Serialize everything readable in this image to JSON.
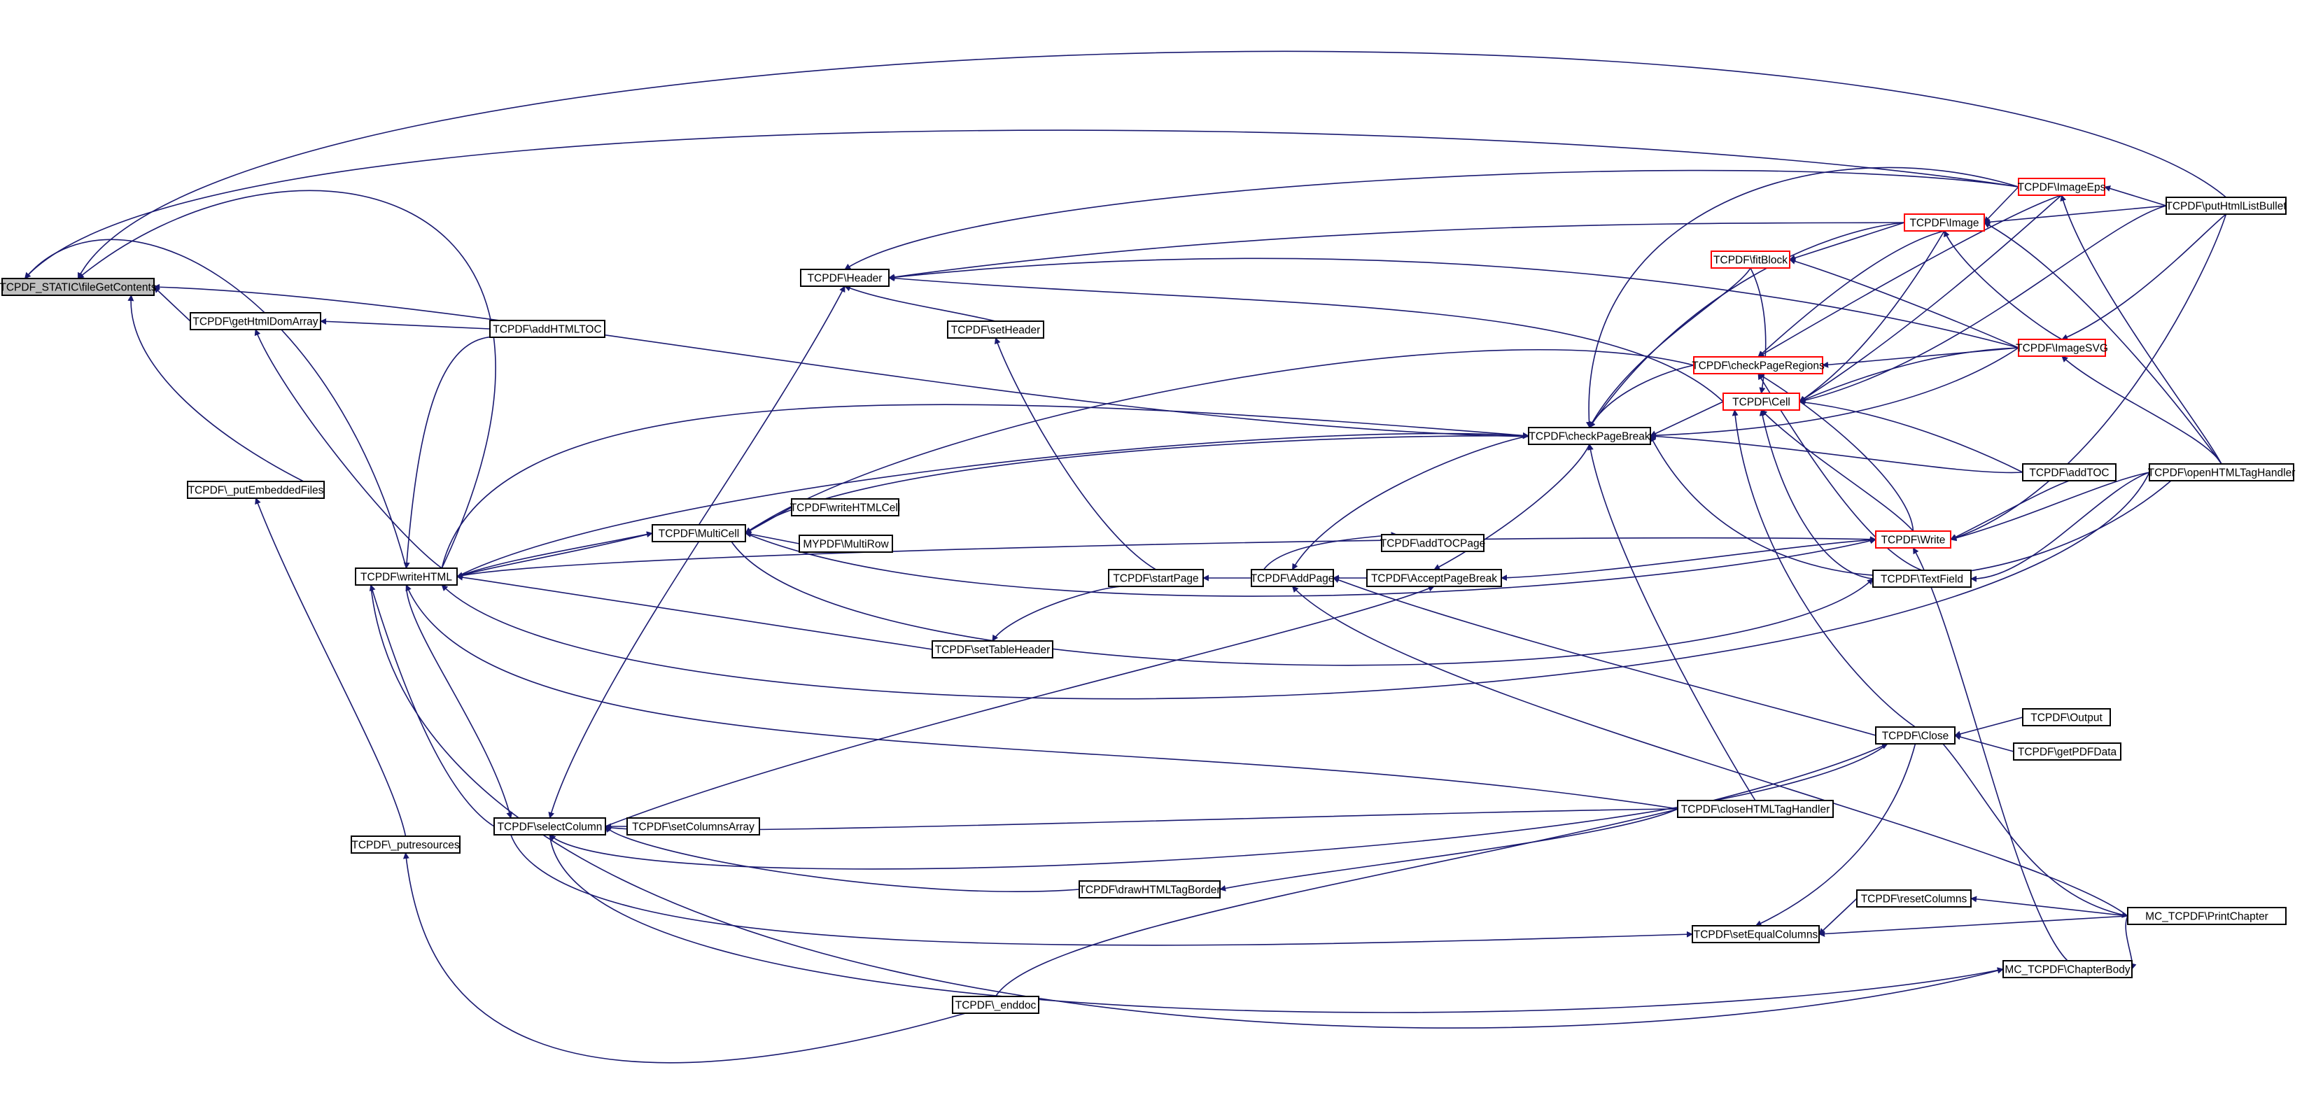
{
  "colors": {
    "edge": "#191970",
    "box_border": "#000000",
    "highlight_border": "#ff0000",
    "root_fill": "#bfbfbf",
    "background": "#ffffff"
  },
  "nodes": [
    {
      "id": "n0",
      "label": "TCPDF_STATIC\\fileGetContents",
      "root": true
    },
    {
      "id": "n1",
      "label": "TCPDF\\getHtmlDomArray"
    },
    {
      "id": "n2",
      "label": "TCPDF\\_putEmbeddedFiles"
    },
    {
      "id": "n3",
      "label": "TCPDF\\addHTMLTOC"
    },
    {
      "id": "n4",
      "label": "TCPDF\\writeHTML"
    },
    {
      "id": "n5",
      "label": "TCPDF\\_putresources"
    },
    {
      "id": "n6",
      "label": "TCPDF\\Header"
    },
    {
      "id": "n7",
      "label": "TCPDF\\setHeader"
    },
    {
      "id": "n8",
      "label": "TCPDF\\MultiCell"
    },
    {
      "id": "n9",
      "label": "TCPDF\\writeHTMLCell"
    },
    {
      "id": "n10",
      "label": "MYPDF\\MultiRow"
    },
    {
      "id": "n11",
      "label": "TCPDF\\selectColumn"
    },
    {
      "id": "n12",
      "label": "TCPDF\\setColumnsArray"
    },
    {
      "id": "n13",
      "label": "TCPDF\\setTableHeader"
    },
    {
      "id": "n14",
      "label": "TCPDF\\startPage"
    },
    {
      "id": "n15",
      "label": "TCPDF\\AddPage"
    },
    {
      "id": "n16",
      "label": "TCPDF\\addTOCPage"
    },
    {
      "id": "n17",
      "label": "TCPDF\\AcceptPageBreak"
    },
    {
      "id": "n18",
      "label": "TCPDF\\checkPageBreak"
    },
    {
      "id": "n19",
      "label": "TCPDF\\drawHTMLTagBorder"
    },
    {
      "id": "n20",
      "label": "TCPDF\\closeHTMLTagHandler"
    },
    {
      "id": "n21",
      "label": "TCPDF\\_enddoc"
    },
    {
      "id": "n22",
      "label": "TCPDF\\fitBlock",
      "red": true
    },
    {
      "id": "n23",
      "label": "TCPDF\\Image",
      "red": true
    },
    {
      "id": "n24",
      "label": "TCPDF\\checkPageRegions",
      "red": true
    },
    {
      "id": "n25",
      "label": "TCPDF\\Cell",
      "red": true
    },
    {
      "id": "n26",
      "label": "TCPDF\\Write",
      "red": true
    },
    {
      "id": "n27",
      "label": "TCPDF\\TextField"
    },
    {
      "id": "n28",
      "label": "TCPDF\\Close"
    },
    {
      "id": "n29",
      "label": "TCPDF\\setEqualColumns"
    },
    {
      "id": "n30",
      "label": "TCPDF\\resetColumns"
    },
    {
      "id": "n31",
      "label": "TCPDF\\ImageEps",
      "red": true
    },
    {
      "id": "n32",
      "label": "TCPDF\\ImageSVG",
      "red": true
    },
    {
      "id": "n33",
      "label": "TCPDF\\addTOC"
    },
    {
      "id": "n34",
      "label": "TCPDF\\Output"
    },
    {
      "id": "n35",
      "label": "TCPDF\\getPDFData"
    },
    {
      "id": "n36",
      "label": "MC_TCPDF\\ChapterBody"
    },
    {
      "id": "n37",
      "label": "TCPDF\\putHtmlListBullet"
    },
    {
      "id": "n38",
      "label": "TCPDF\\openHTMLTagHandler"
    },
    {
      "id": "n39",
      "label": "MC_TCPDF\\PrintChapter"
    }
  ]
}
